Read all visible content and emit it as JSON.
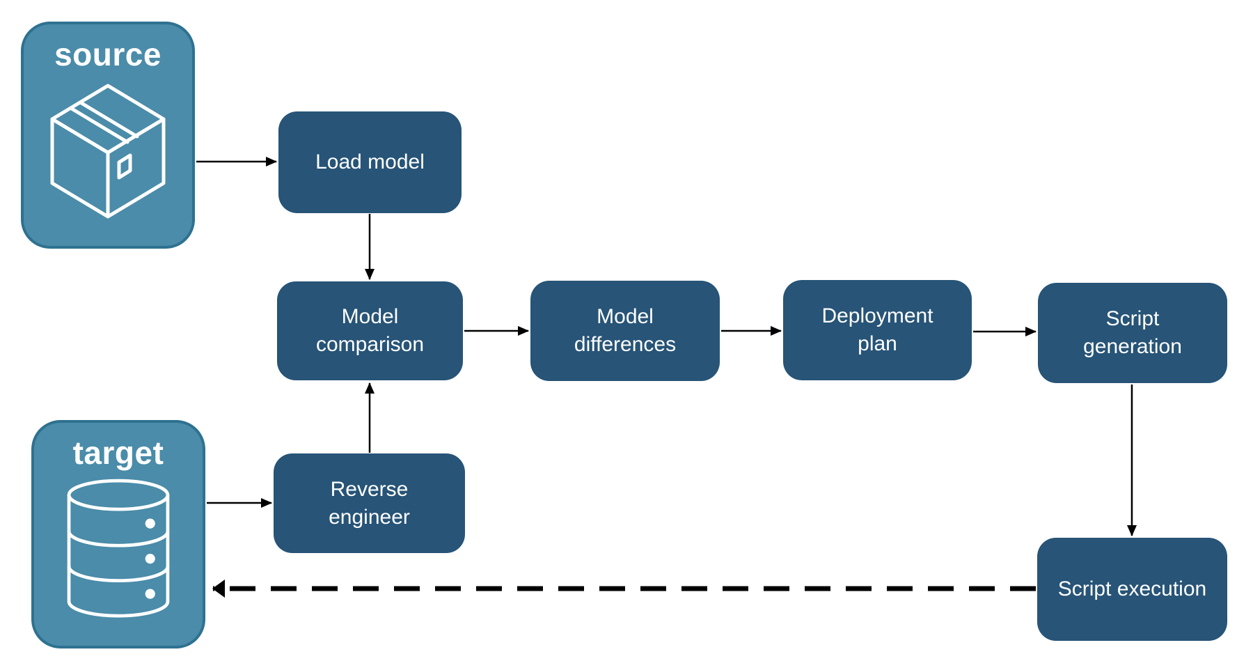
{
  "diagram": {
    "background": "#FFFFFF",
    "arrow_color": "#000000",
    "endpoint_style": {
      "fill": "#4A8CA9",
      "border": "#2E7190",
      "text_color": "#FFFFFF"
    },
    "node_style": {
      "fill": "#275477",
      "text_color": "#FFFFFF"
    },
    "endpoints": [
      {
        "id": "source",
        "label": "source",
        "icon": "package-icon"
      },
      {
        "id": "target",
        "label": "target",
        "icon": "database-icon"
      }
    ],
    "nodes": [
      {
        "id": "load-model",
        "label": "Load model"
      },
      {
        "id": "model-comparison",
        "label": "Model comparison"
      },
      {
        "id": "model-differences",
        "label": "Model differences"
      },
      {
        "id": "deployment-plan",
        "label": "Deployment plan"
      },
      {
        "id": "script-generation",
        "label": "Script generation"
      },
      {
        "id": "script-execution",
        "label": "Script execution"
      },
      {
        "id": "reverse-engineer",
        "label": "Reverse engineer"
      }
    ],
    "edges": [
      {
        "from": "source",
        "to": "load-model",
        "style": "solid"
      },
      {
        "from": "load-model",
        "to": "model-comparison",
        "style": "solid"
      },
      {
        "from": "target",
        "to": "reverse-engineer",
        "style": "solid"
      },
      {
        "from": "reverse-engineer",
        "to": "model-comparison",
        "style": "solid"
      },
      {
        "from": "model-comparison",
        "to": "model-differences",
        "style": "solid"
      },
      {
        "from": "model-differences",
        "to": "deployment-plan",
        "style": "solid"
      },
      {
        "from": "deployment-plan",
        "to": "script-generation",
        "style": "solid"
      },
      {
        "from": "script-generation",
        "to": "script-execution",
        "style": "solid"
      },
      {
        "from": "script-execution",
        "to": "target",
        "style": "dashed"
      }
    ]
  }
}
